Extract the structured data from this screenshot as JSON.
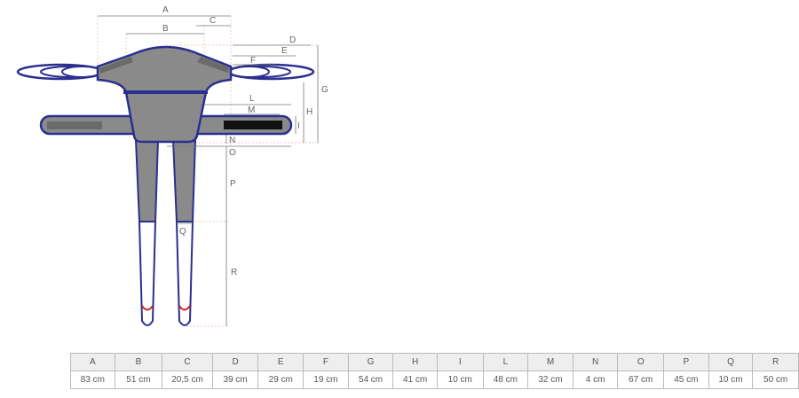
{
  "diagram": {
    "labels": [
      "A",
      "B",
      "C",
      "D",
      "E",
      "F",
      "G",
      "H",
      "I",
      "L",
      "M",
      "N",
      "O",
      "P",
      "Q",
      "R"
    ],
    "colors": {
      "fabric": "#8a8a8a",
      "trim": "#2b2f8f",
      "padding": "#6a6a6a",
      "strap": "#111111",
      "loop_marker": "#d0201e"
    }
  },
  "table": {
    "headers": [
      "A",
      "B",
      "C",
      "D",
      "E",
      "F",
      "G",
      "H",
      "I",
      "L",
      "M",
      "N",
      "O",
      "P",
      "Q",
      "R"
    ],
    "values": [
      "83 cm",
      "51 cm",
      "20,5 cm",
      "39 cm",
      "29 cm",
      "19 cm",
      "54 cm",
      "41 cm",
      "10 cm",
      "48 cm",
      "32 cm",
      "4 cm",
      "67 cm",
      "45 cm",
      "10 cm",
      "50 cm"
    ]
  }
}
